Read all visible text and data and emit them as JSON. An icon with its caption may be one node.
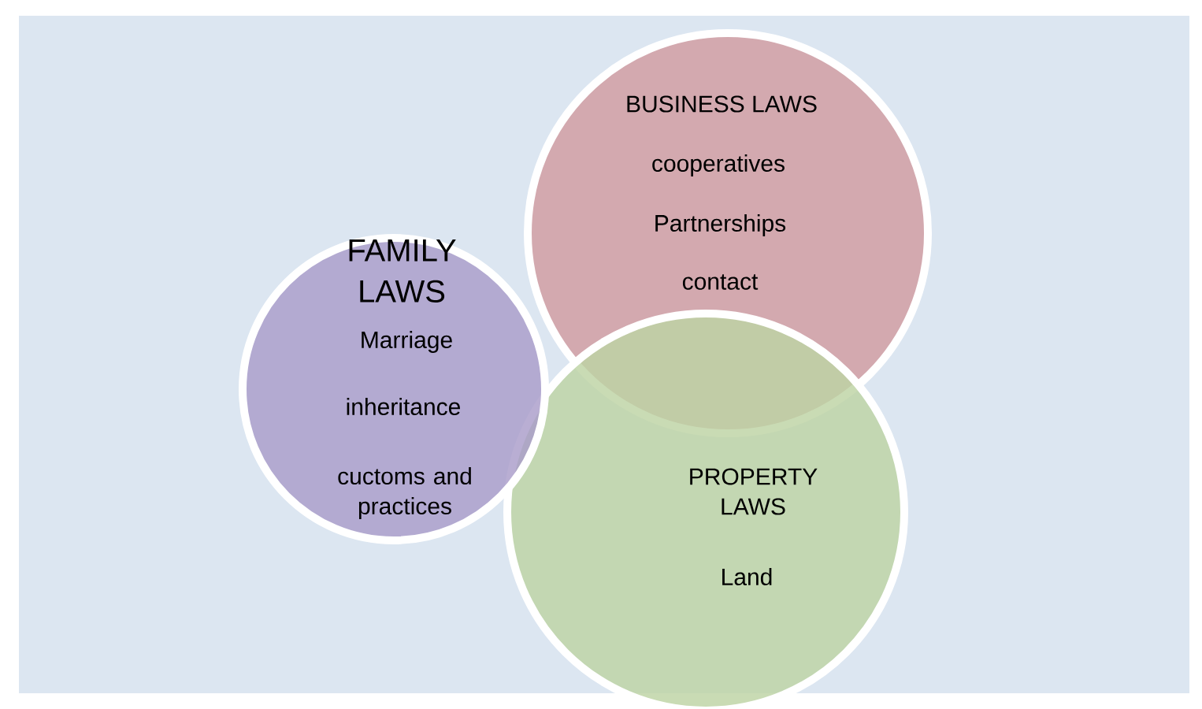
{
  "diagram": {
    "nodes": [
      {
        "text": [
          "FAMILY LAWS",
          "Marriage",
          "inheritance",
          "cuctoms and practices"
        ]
      },
      {
        "text": [
          "BUSINESS LAWS",
          "cooperatives",
          "Partnerships",
          "contact"
        ]
      },
      {
        "text": [
          "PROPERTY LAWS",
          "Land"
        ]
      }
    ]
  }
}
